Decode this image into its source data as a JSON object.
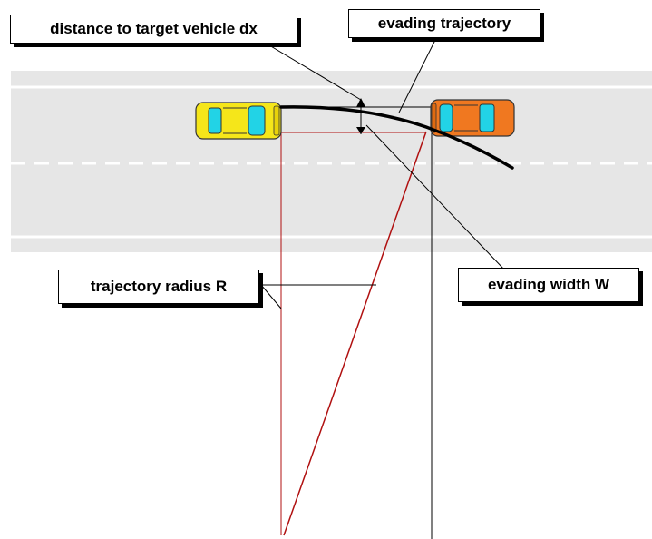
{
  "labels": {
    "distance": "distance to target vehicle dx",
    "evading_trajectory": "evading trajectory",
    "trajectory_radius": "trajectory radius R",
    "evading_width": "evading width W"
  },
  "colors": {
    "road": "#e6e6e6",
    "lane_marking": "#ffffff",
    "trajectory": "#000000",
    "radius_lines": "#b01010",
    "ego_vehicle": "#f5e61a",
    "target_vehicle": "#f07820",
    "windows": "#22d3e6"
  },
  "icons": {
    "ego_vehicle": "yellow-car-icon",
    "target_vehicle": "orange-car-icon"
  }
}
